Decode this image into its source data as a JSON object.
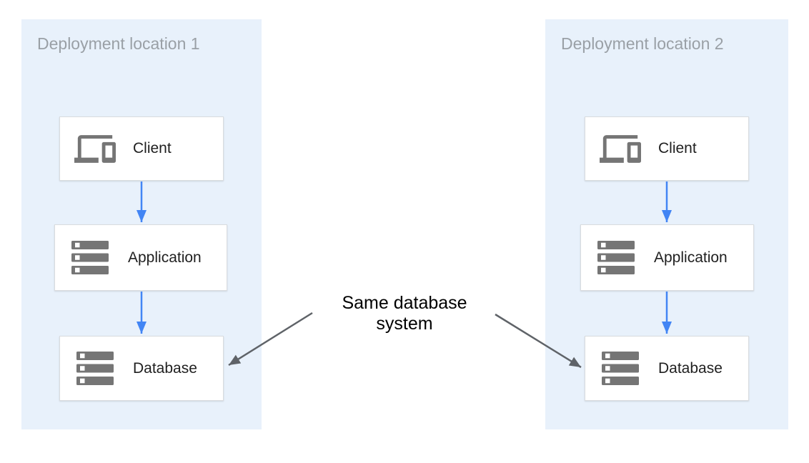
{
  "panels": [
    {
      "title": "Deployment location 1",
      "nodes": [
        {
          "icon": "devices-icon",
          "label": "Client"
        },
        {
          "icon": "server-icon",
          "label": "Application"
        },
        {
          "icon": "server-icon",
          "label": "Database"
        }
      ]
    },
    {
      "title": "Deployment location 2",
      "nodes": [
        {
          "icon": "devices-icon",
          "label": "Client"
        },
        {
          "icon": "server-icon",
          "label": "Application"
        },
        {
          "icon": "server-icon",
          "label": "Database"
        }
      ]
    }
  ],
  "annotation": {
    "line1": "Same database",
    "line2": "system"
  },
  "edges": [
    {
      "from": "client-1",
      "to": "application-1",
      "type": "flow"
    },
    {
      "from": "application-1",
      "to": "database-1",
      "type": "flow"
    },
    {
      "from": "client-2",
      "to": "application-2",
      "type": "flow"
    },
    {
      "from": "application-2",
      "to": "database-2",
      "type": "flow"
    },
    {
      "from": "annotation",
      "to": "database-1",
      "type": "note"
    },
    {
      "from": "annotation",
      "to": "database-2",
      "type": "note"
    }
  ],
  "colors": {
    "panel_bg": "#E8F1FB",
    "panel_title": "#9AA0A6",
    "box_bg": "#FFFFFF",
    "box_border": "#D9DCDF",
    "label_text": "#1F1F1F",
    "icon_gray": "#757575",
    "flow_arrow_blue": "#4285F4",
    "note_arrow_gray": "#5F6368",
    "note_text": "#000000"
  }
}
